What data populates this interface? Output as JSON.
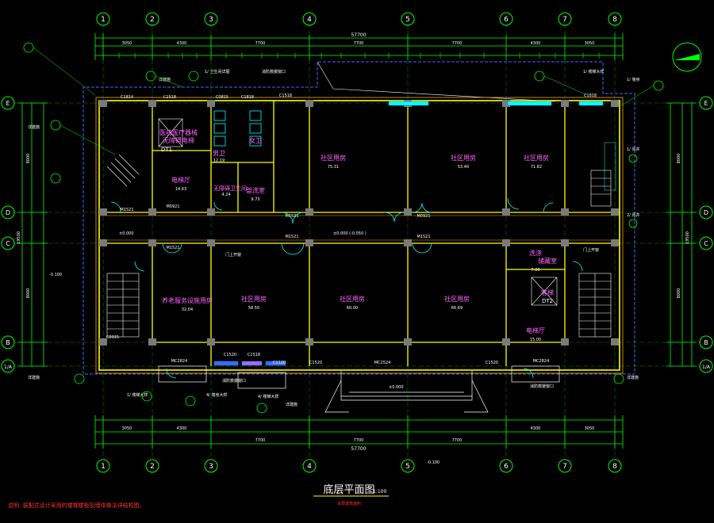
{
  "drawing": {
    "title": "底层平面图",
    "scale": "1:100",
    "subtitle": "本层建筑面积",
    "note": "说明: 装配式设计采用的楼梯楼板及墙体做法详结构图。",
    "total_dim": "57700",
    "elevation_out": "-0.100",
    "elevation_in": "±0.000",
    "corridor_elev": "±0.000 (-0.050 )"
  },
  "axes": {
    "numbers": [
      "1",
      "2",
      "3",
      "4",
      "5",
      "6",
      "7",
      "8"
    ],
    "letters": [
      "E",
      "D",
      "C",
      "B",
      "1/A"
    ]
  },
  "rooms": {
    "r1": {
      "name": "医药医疗器械",
      "name2": "无障碍电梯",
      "code": "DT1"
    },
    "r2": {
      "name": "电梯厅",
      "area": "14.63"
    },
    "r3": {
      "name": "男卫",
      "area": "12.19"
    },
    "r4": {
      "name": "女卫",
      "area": ""
    },
    "r5": {
      "name": "无障碍卫生间",
      "area": "4.24"
    },
    "r6": {
      "name": "盥洗室",
      "area": "9.73"
    },
    "r7": {
      "name": "社区用房",
      "area": "75.31"
    },
    "r8": {
      "name": "社区用房",
      "area": "53.40"
    },
    "r9": {
      "name": "社区用房",
      "area": "71.82"
    },
    "r10": {
      "name": "养老服务设施用房",
      "area": "32.04"
    },
    "r11": {
      "name": "社区用房",
      "area": "58.50"
    },
    "r12": {
      "name": "社区用房",
      "area": "60.00"
    },
    "r13": {
      "name": "社区用房",
      "area": "66.69"
    },
    "r14": {
      "name": "洗涤",
      "name2": "储藏室",
      "area": "7.06"
    },
    "r15": {
      "name": "客梯",
      "code": "DT2"
    },
    "r16": {
      "name": "电梯厅",
      "area": "15.00"
    }
  },
  "windows": [
    "C1814",
    "C1518",
    "C0815",
    "C1818",
    "C1518",
    "C1818",
    "C0915",
    "C1520",
    "C1518",
    "C1120",
    "C1520",
    "C1520"
  ],
  "doors": [
    "M1521",
    "M1521",
    "M0921",
    "M1521",
    "M0921",
    "M1521",
    "M1521",
    "MC2824",
    "MC2524",
    "MC2824"
  ],
  "annotations": {
    "a1": "详建施",
    "a2": "1/ 卫生间详图",
    "a3": "门上开窗",
    "a4": "消防救援窗口",
    "a5": "1/ 楼梯大样",
    "a6": "4/ 楼梯大样",
    "a7": "4/ 墙身大样",
    "a8": "1/ 墙身",
    "a9": "1/ 风井",
    "a10": "2/ 风井"
  },
  "colors": {
    "axis": "#00ff00",
    "column": "#7a7a7a",
    "wall": "#ffff00",
    "dim": "#00ff00",
    "room_label": "#ff66ff",
    "blue": "#4466ff",
    "cyan": "#00ffff",
    "red": "#ff3333",
    "white": "#ffffff"
  }
}
